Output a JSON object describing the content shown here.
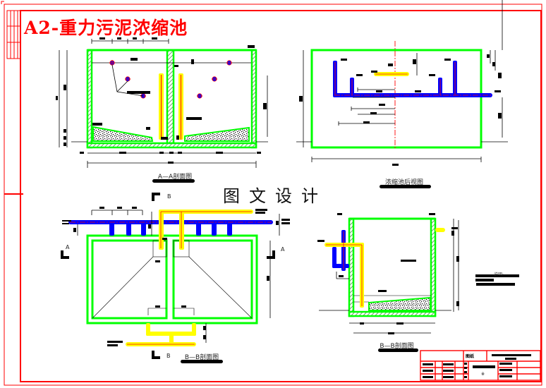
{
  "drawing": {
    "title": "A2-重力污泥浓缩池",
    "watermark": "图文设计",
    "colors": {
      "border": "#ff0000",
      "wall": "#00ff00",
      "sludge_pipe": "#0000ff",
      "supernatant_pipe": "#ffff00",
      "centerline": "#ff0000",
      "dimension": "#000000"
    }
  },
  "views": {
    "section_aa": {
      "caption": "A—A剖面图"
    },
    "rear_view": {
      "caption": "浓缩池后视图"
    },
    "section_bb_plan": {
      "caption": "B—B剖面图"
    },
    "section_bb": {
      "caption": "B—B剖面图"
    }
  },
  "section_markers": {
    "a_left": "A",
    "a_right": "A",
    "b_top": "B",
    "b_bottom": "B",
    "right_a": "A"
  },
  "notes": {
    "title": "说明:"
  },
  "title_block": {
    "label": "图纸",
    "scale_mark": "※"
  }
}
